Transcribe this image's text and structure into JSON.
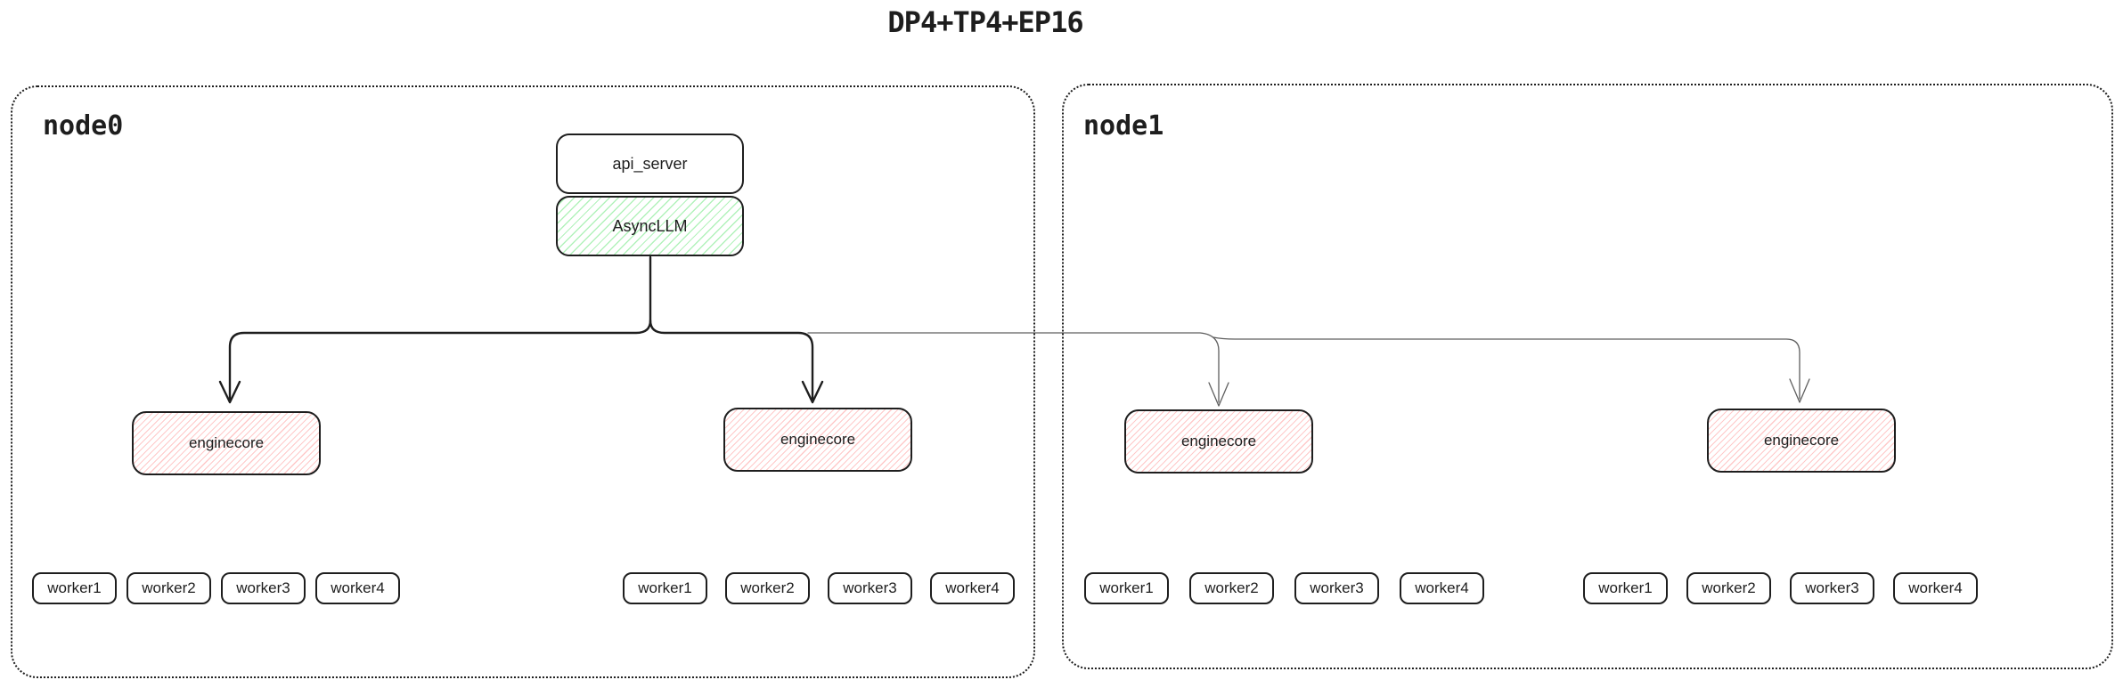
{
  "title": "DP4+TP4+EP16",
  "node0": {
    "label": "node0"
  },
  "node1": {
    "label": "node1"
  },
  "labels": {
    "api_server": "api_server",
    "asyncllm": "AsyncLLM",
    "enginecore": "enginecore"
  },
  "workers": [
    "worker1",
    "worker2",
    "worker3",
    "worker4"
  ],
  "colors": {
    "stroke": "#1e1e1e",
    "green_hatch": "#b2f2bb",
    "red_hatch": "#ffc9c9",
    "thin_connector": "#5f5f5f",
    "background": "#ffffff"
  }
}
